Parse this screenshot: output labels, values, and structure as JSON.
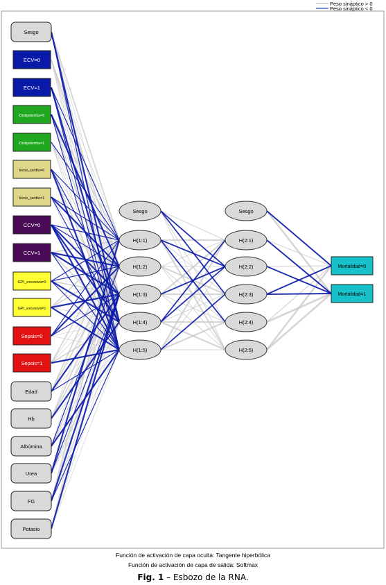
{
  "legend": {
    "positive": "Peso sináptico > 0",
    "negative": "Peso sináptico < 0"
  },
  "input_layer": [
    {
      "id": "i0",
      "label": "Sesgo",
      "fill": "#d9d9d9",
      "text": "#000000",
      "shape": "rounded"
    },
    {
      "id": "i1",
      "label": "ECV=0",
      "fill": "#0a1aa8",
      "text": "#ffffff",
      "shape": "rect"
    },
    {
      "id": "i2",
      "label": "ECV=1",
      "fill": "#0a1aa8",
      "text": "#ffffff",
      "shape": "rect"
    },
    {
      "id": "i3",
      "label": "Dislipidemia=0",
      "fill": "#1fa81f",
      "text": "#ffffff",
      "shape": "rect"
    },
    {
      "id": "i4",
      "label": "Dislipidemia=1",
      "fill": "#1fa81f",
      "text": "#ffffff",
      "shape": "rect"
    },
    {
      "id": "i5",
      "label": "Inicio_tardío=0",
      "fill": "#e0d68a",
      "text": "#000000",
      "shape": "rect"
    },
    {
      "id": "i6",
      "label": "Inicio_tardío=1",
      "fill": "#e0d68a",
      "text": "#000000",
      "shape": "rect"
    },
    {
      "id": "i7",
      "label": "CCV=0",
      "fill": "#4a0a55",
      "text": "#ffffff",
      "shape": "rect"
    },
    {
      "id": "i8",
      "label": "CCV=1",
      "fill": "#4a0a55",
      "text": "#ffffff",
      "shape": "rect"
    },
    {
      "id": "i9",
      "label": "GPI_excesiva=0",
      "fill": "#ffff33",
      "text": "#000000",
      "shape": "rect"
    },
    {
      "id": "i10",
      "label": "GPI_excesiva=1",
      "fill": "#ffff33",
      "text": "#000000",
      "shape": "rect"
    },
    {
      "id": "i11",
      "label": "Sepsis=0",
      "fill": "#e31212",
      "text": "#ffffff",
      "shape": "rect"
    },
    {
      "id": "i12",
      "label": "Sepsis=1",
      "fill": "#e31212",
      "text": "#ffffff",
      "shape": "rect"
    },
    {
      "id": "i13",
      "label": "Edad",
      "fill": "#d9d9d9",
      "text": "#000000",
      "shape": "rounded"
    },
    {
      "id": "i14",
      "label": "Hb",
      "fill": "#d9d9d9",
      "text": "#000000",
      "shape": "rounded"
    },
    {
      "id": "i15",
      "label": "Albúmina",
      "fill": "#d9d9d9",
      "text": "#000000",
      "shape": "rounded"
    },
    {
      "id": "i16",
      "label": "Urea",
      "fill": "#d9d9d9",
      "text": "#000000",
      "shape": "rounded"
    },
    {
      "id": "i17",
      "label": "FG",
      "fill": "#d9d9d9",
      "text": "#000000",
      "shape": "rounded"
    },
    {
      "id": "i18",
      "label": "Potasio",
      "fill": "#d9d9d9",
      "text": "#000000",
      "shape": "rounded"
    }
  ],
  "hidden_layer_1": [
    {
      "id": "a0",
      "label": "Sesgo"
    },
    {
      "id": "a1",
      "label": "H(1:1)"
    },
    {
      "id": "a2",
      "label": "H(1:2)"
    },
    {
      "id": "a3",
      "label": "H(1:3)"
    },
    {
      "id": "a4",
      "label": "H(1:4)"
    },
    {
      "id": "a5",
      "label": "H(1:5)"
    }
  ],
  "hidden_layer_2": [
    {
      "id": "b0",
      "label": "Sesgo"
    },
    {
      "id": "b1",
      "label": "H(2:1)"
    },
    {
      "id": "b2",
      "label": "H(2:2)"
    },
    {
      "id": "b3",
      "label": "H(2:3)"
    },
    {
      "id": "b4",
      "label": "H(2:4)"
    },
    {
      "id": "b5",
      "label": "H(2:5)"
    }
  ],
  "output_layer": [
    {
      "id": "o0",
      "label": "Mortalidad=0",
      "fill": "#17c1c9"
    },
    {
      "id": "o1",
      "label": "Mortalidad=1",
      "fill": "#17c1c9"
    }
  ],
  "colors": {
    "positive": "#c8c8c8",
    "negative": "#0a1aa8",
    "legend_negative": "#4a6fd8",
    "node_fill": "#d9d9d9"
  },
  "captions": {
    "activation_hidden": "Función de activación de capa oculta: Tangente hiperbólica",
    "activation_output": "Función de activación de capa de salida: Softmax",
    "figure_label": "Fig. 1",
    "figure_text": " – Esbozo de la RNA."
  }
}
